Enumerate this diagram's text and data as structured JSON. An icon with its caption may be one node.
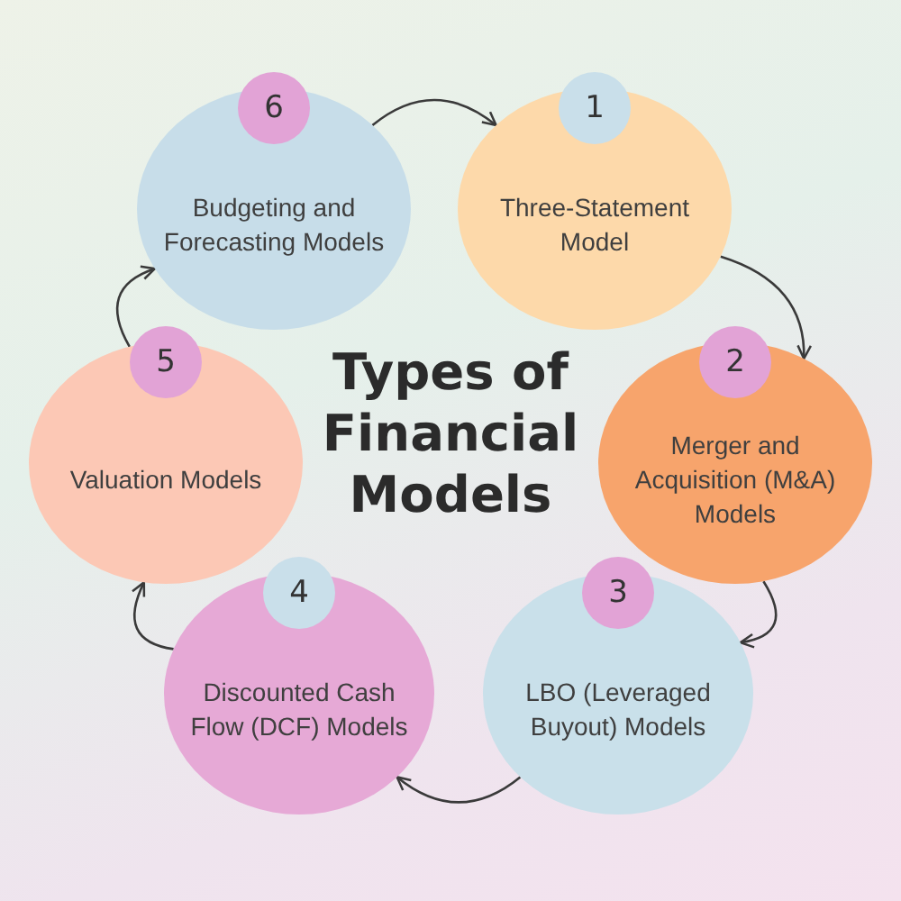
{
  "diagram": {
    "title": "Types of Financial Models",
    "nodes": [
      {
        "text": [
          "Three-Statement Model"
        ]
      },
      {
        "text": [
          "Merger and Acquisition (M&A) Models"
        ]
      },
      {
        "text": [
          "LBO (Leveraged Buyout) Models"
        ]
      },
      {
        "text": [
          "Discounted Cash Flow (DCF) Models"
        ]
      },
      {
        "text": [
          "Valuation Models"
        ]
      },
      {
        "text": [
          "Budgeting and Forecasting Models"
        ]
      },
      {
        "text": [
          "1"
        ]
      },
      {
        "text": [
          "2"
        ]
      },
      {
        "text": [
          "3"
        ]
      },
      {
        "text": [
          "4"
        ]
      },
      {
        "text": [
          "5"
        ]
      },
      {
        "text": [
          "6"
        ]
      }
    ],
    "edges": [
      {
        "from": 5,
        "to": 0,
        "arrow": "to"
      },
      {
        "from": 0,
        "to": 1,
        "arrow": "to"
      },
      {
        "from": 1,
        "to": 2,
        "arrow": "to"
      },
      {
        "from": 2,
        "to": 3,
        "arrow": "to"
      },
      {
        "from": 3,
        "to": 4,
        "arrow": "to"
      },
      {
        "from": 4,
        "to": 5,
        "arrow": "to"
      }
    ]
  }
}
